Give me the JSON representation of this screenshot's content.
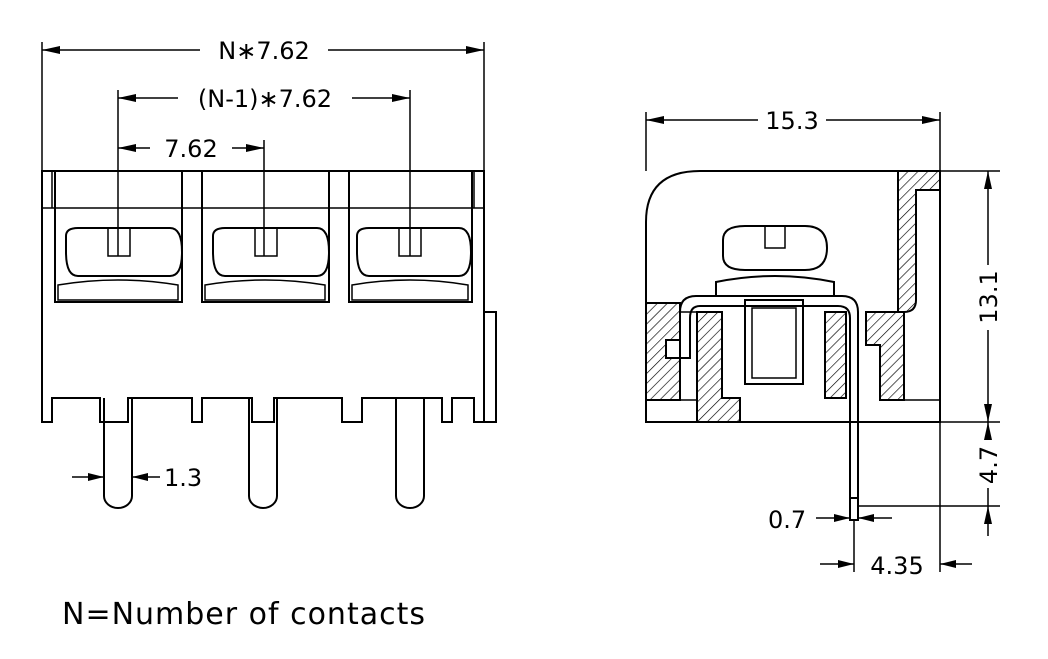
{
  "front_view": {
    "dim_total_width": "N∗7.62",
    "dim_outer_pitch": "(N-1)∗7.62",
    "dim_pitch": "7.62",
    "dim_pin_diameter": "1.3"
  },
  "side_view": {
    "dim_width": "15.3",
    "dim_body_height": "13.1",
    "dim_pin_length": "4.7",
    "dim_pin_thickness": "0.7",
    "dim_pin_offset": "4.35"
  },
  "note": "N=Number of contacts"
}
